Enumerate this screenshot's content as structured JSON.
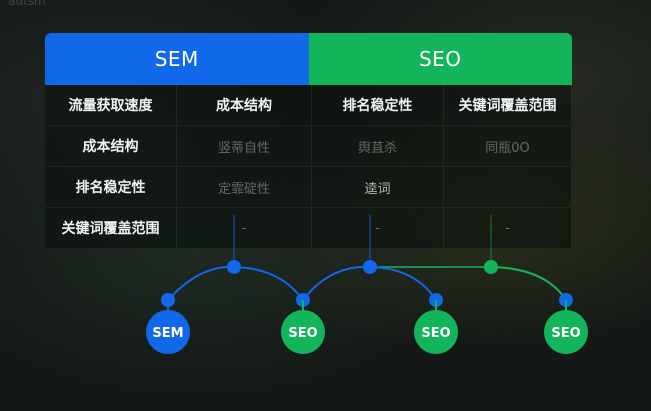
{
  "watermark": "autsm",
  "header": {
    "left": "SEM",
    "right": "SEO"
  },
  "rows": [
    [
      "流量获取速度",
      "成本结构",
      "排名稳定性",
      "关键词覆盖范围"
    ],
    [
      "成本结构",
      "竖蒂自性",
      "舆苴杀",
      "同瓶0O"
    ],
    [
      "排名稳定性",
      "定霏碇性",
      "逵词",
      ""
    ],
    [
      "关键词覆盖范围",
      "-",
      "-",
      "-"
    ]
  ],
  "nodes": [
    {
      "label": "SEM",
      "color": "#1168e8"
    },
    {
      "label": "SEO",
      "color": "#12b559"
    },
    {
      "label": "SEO",
      "color": "#12b559"
    },
    {
      "label": "SEO",
      "color": "#12b559"
    }
  ],
  "colors": {
    "sem": "#1168e8",
    "seo": "#12b559"
  }
}
